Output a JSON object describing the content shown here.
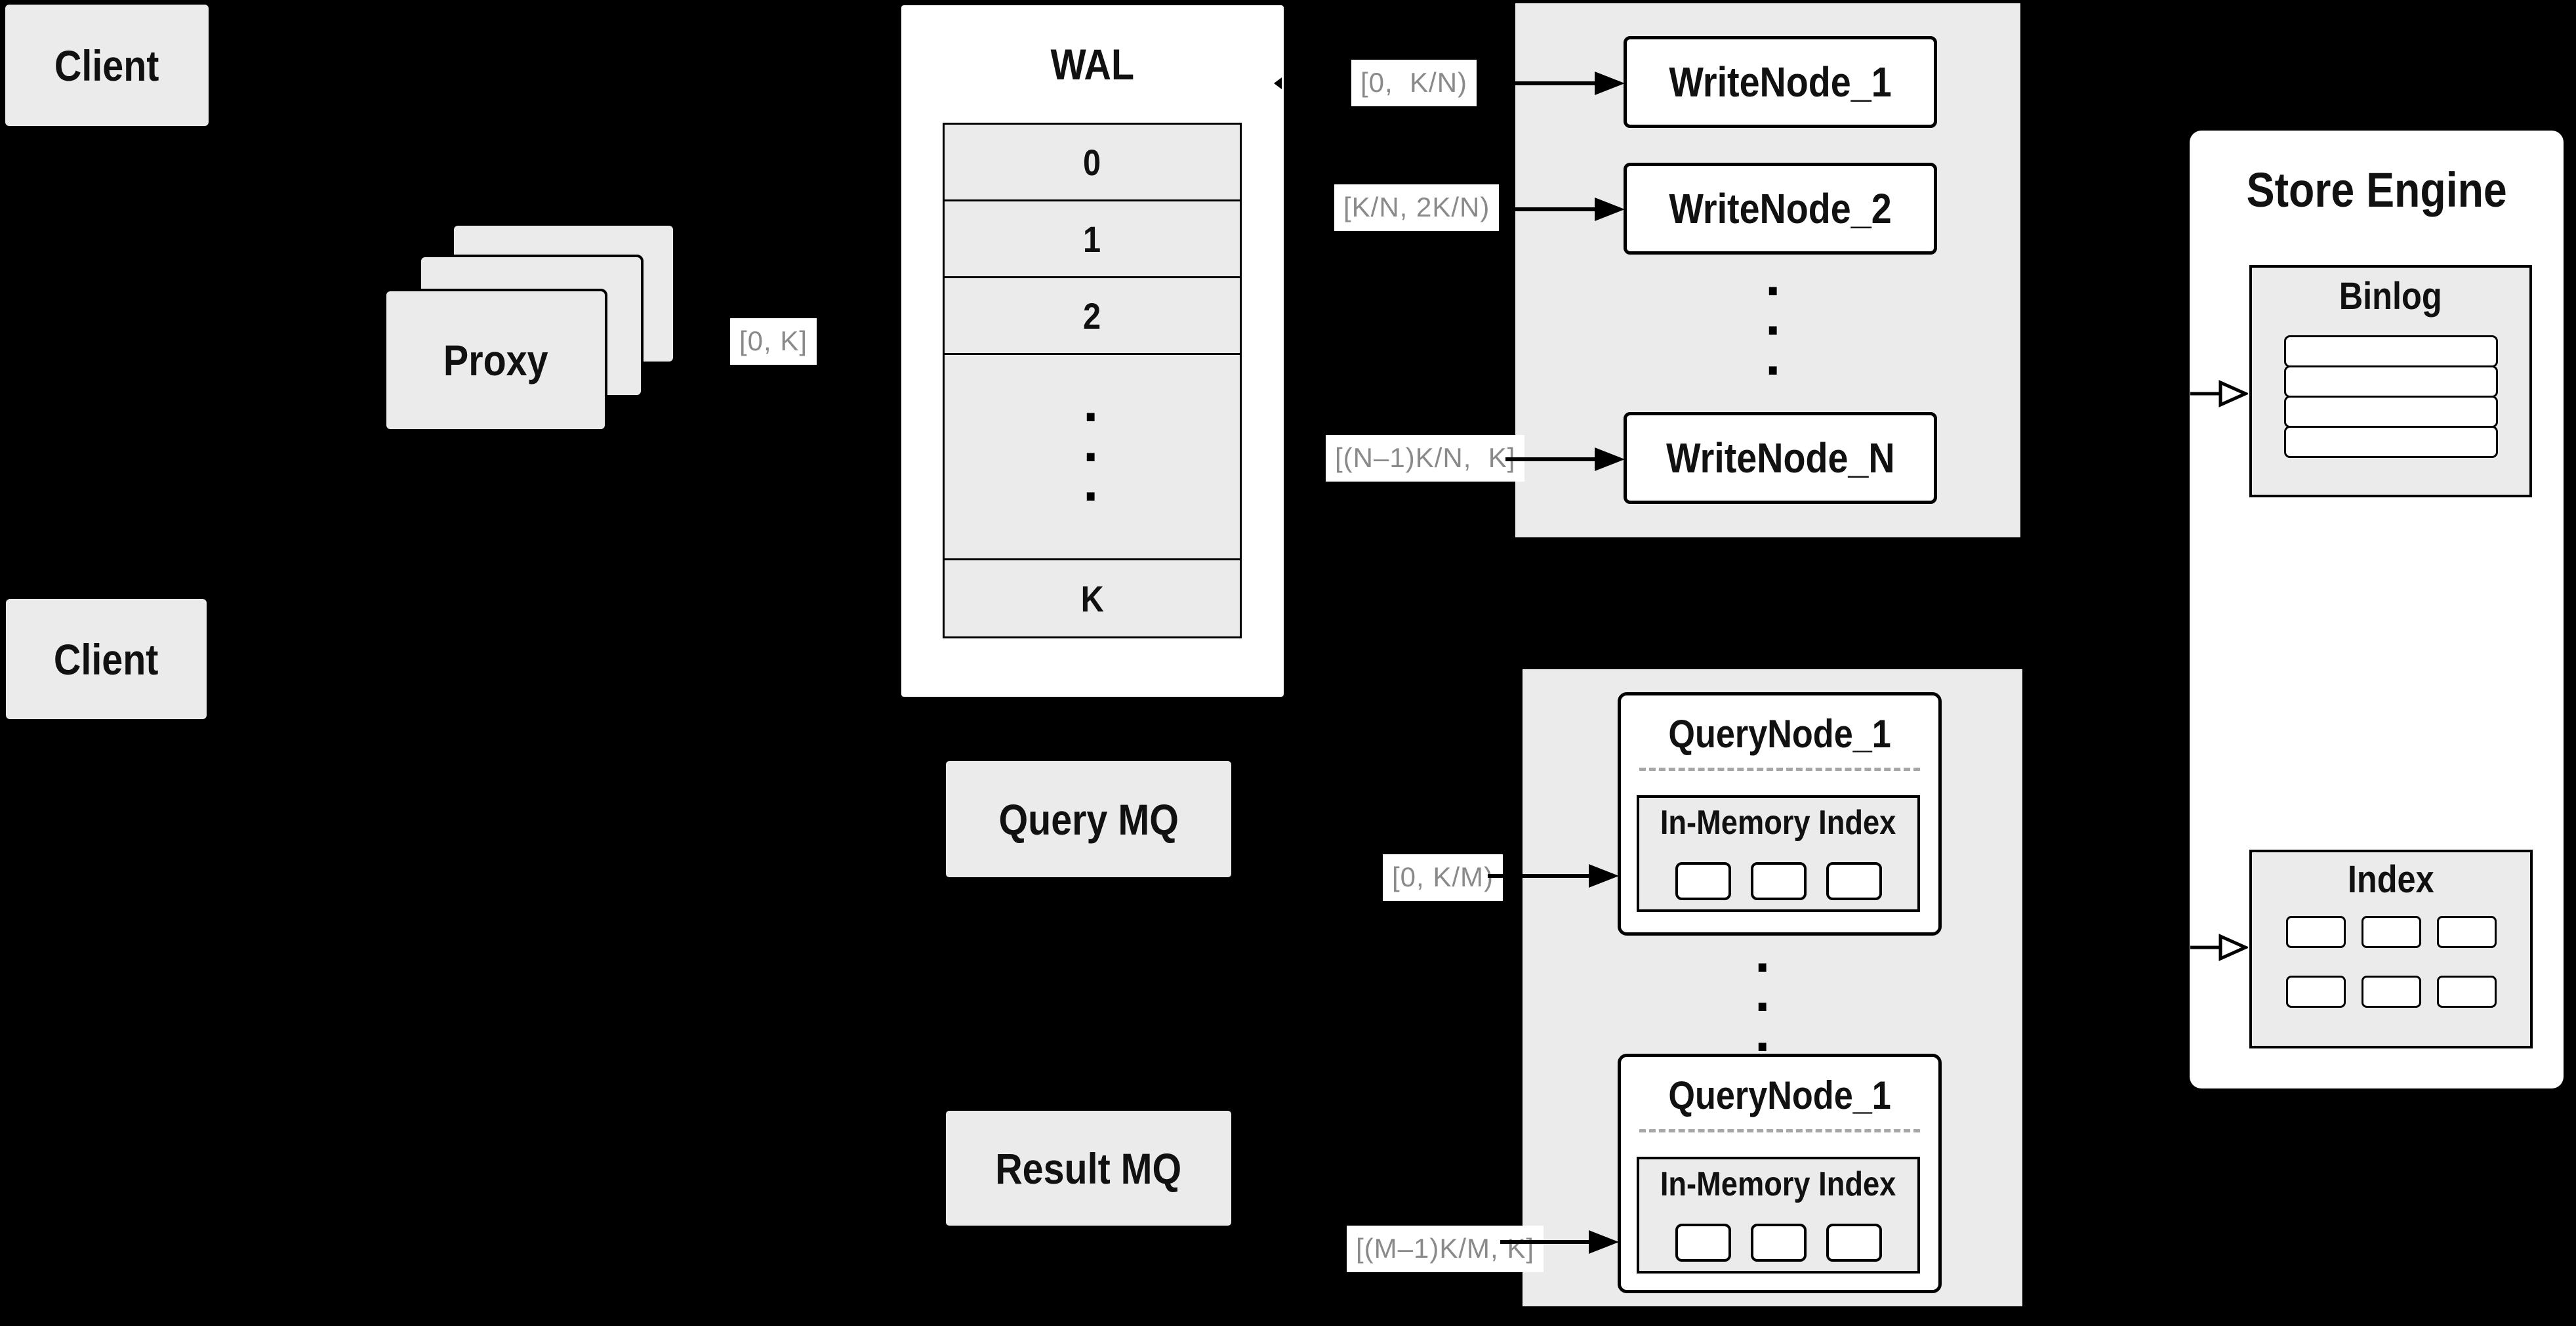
{
  "colors": {
    "background": "#000000",
    "panel_gray": "#ebebeb",
    "panel_white": "#ffffff",
    "border": "#000000",
    "range_label_text": "#8a8a8a",
    "dashed_divider": "#a6a6a6"
  },
  "clients": {
    "top": "Client",
    "bottom": "Client"
  },
  "proxy": {
    "title": "Proxy"
  },
  "ranges": {
    "proxy_out": "[0, K]",
    "write_1": "[0,  K/N)",
    "write_2": "[K/N, 2K/N)",
    "write_n": "[(N–1)K/N,  K]",
    "query_1": "[0, K/M)",
    "query_m": "[(M–1)K/M, K]"
  },
  "wal": {
    "title": "WAL",
    "segments": [
      "0",
      "1",
      "2",
      "K"
    ],
    "dots": "·\n·\n·"
  },
  "write_group": {
    "nodes": [
      "WriteNode_1",
      "WriteNode_2",
      "WriteNode_N"
    ],
    "dots": "·\n·\n·"
  },
  "mq": {
    "query": "Query MQ",
    "result": "Result MQ"
  },
  "query_group": {
    "dots": "·\n·\n·",
    "nodes": [
      {
        "title": "QueryNode_1",
        "memory_title": "In-Memory Index"
      },
      {
        "title": "QueryNode_1",
        "memory_title": "In-Memory Index"
      }
    ]
  },
  "store": {
    "title": "Store Engine",
    "binlog_title": "Binlog",
    "index_title": "Index"
  }
}
